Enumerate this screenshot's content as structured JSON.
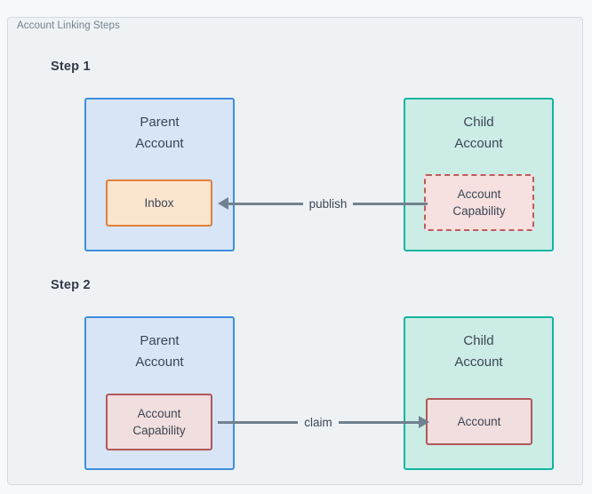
{
  "panel": {
    "title": "Account Linking Steps"
  },
  "steps": [
    {
      "label": "Step 1",
      "parent": {
        "title": "Parent\nAccount",
        "node": {
          "label": "Inbox"
        }
      },
      "child": {
        "title": "Child\nAccount",
        "node": {
          "label": "Account\nCapability"
        }
      },
      "connector": {
        "label": "publish",
        "direction": "left"
      }
    },
    {
      "label": "Step 2",
      "parent": {
        "title": "Parent\nAccount",
        "node": {
          "label": "Account\nCapability"
        }
      },
      "child": {
        "title": "Child\nAccount",
        "node": {
          "label": "Account"
        }
      },
      "connector": {
        "label": "claim",
        "direction": "right"
      }
    }
  ],
  "colors": {
    "page_background": "#f7f8fa",
    "panel_background": "#eff2f5",
    "panel_border": "#d3dae1",
    "panel_title_text": "#74808c",
    "parent_fill": "#d7e5f7",
    "parent_border": "#3d8ede",
    "child_fill": "#ccece6",
    "child_border": "#12b5a0",
    "inbox_fill": "#fce5cf",
    "inbox_border": "#e2803c",
    "capability_fill": "#f2dede",
    "capability_border": "#b15a5a",
    "connector": "#71818f",
    "node_text": "#3c4654",
    "step_label_text": "#333b47"
  }
}
